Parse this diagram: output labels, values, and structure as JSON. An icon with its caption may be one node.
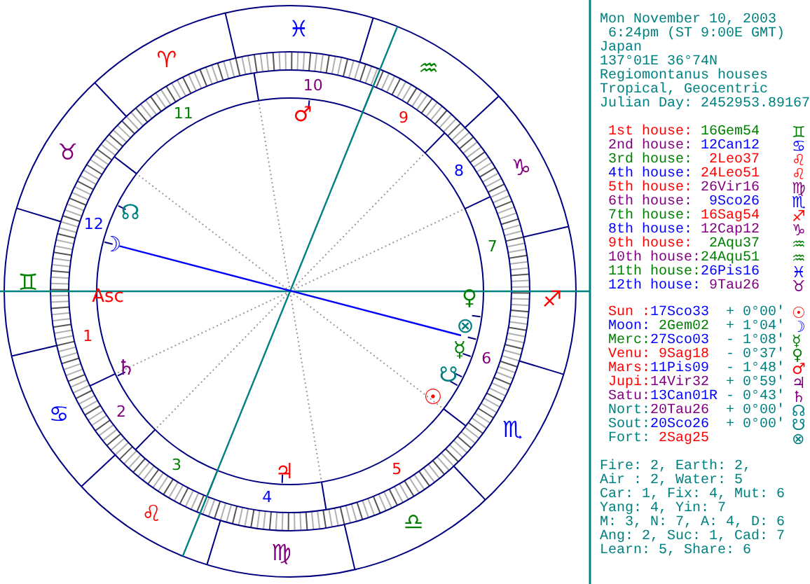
{
  "diagram": {
    "labels": [
      "♈",
      "♉",
      "♊",
      "♋",
      "♌",
      "♍",
      "♎",
      "♏",
      "♐",
      "♑",
      "♒",
      "♓",
      "1",
      "2",
      "3",
      "4",
      "5",
      "6",
      "7",
      "8",
      "9",
      "10",
      "11",
      "12",
      "Asc",
      "☉",
      "☽",
      "☿",
      "♀",
      "♂",
      "♃",
      "♄",
      "☊",
      "☋",
      "⊗",
      "Mon November 10, 2003",
      "6:24pm (ST 9:00E GMT)",
      "Japan",
      "137°01E 36°74N",
      "Regiomontanus houses",
      "Tropical, Geocentric",
      "Julian Day: 2452953.89167",
      "1st house:",
      "16Gem54",
      "♊",
      "2nd house:",
      "12Can12",
      "♋",
      "3rd house:",
      "2Leo37",
      "♌",
      "4th house:",
      "24Leo51",
      "♌",
      "5th house:",
      "26Vir16",
      "♍",
      "6th house:",
      "9Sco26",
      "♏",
      "7th house:",
      "16Sag54",
      "♐",
      "8th house:",
      "12Cap12",
      "♑",
      "9th house:",
      "2Aqu37",
      "♒",
      "10th house:",
      "24Aqu51",
      "♒",
      "11th house:",
      "26Pis16",
      "♓",
      "12th house:",
      "9Tau26",
      "♉",
      "Sun :",
      "17Sco33",
      "+ 0°00'",
      "☉",
      "Moon:",
      "2Gem02",
      "+ 1°04'",
      "☽",
      "Merc:",
      "27Sco03",
      "- 1°08'",
      "☿",
      "Venu:",
      "9Sag18",
      "- 0°37'",
      "♀",
      "Mars:",
      "11Pis09",
      "- 1°48'",
      "♂",
      "Jupi:",
      "14Vir32",
      "+ 0°59'",
      "♃",
      "Satu:",
      "13Can01R",
      "- 0°43'",
      "♄",
      "Nort:",
      "20Tau26",
      "+ 0°00'",
      "☊",
      "Sout:",
      "20Sco26",
      "+ 0°00'",
      "☋",
      "Fort:",
      "2Sag25",
      "⊗",
      "Fire: 2, Earth: 2,",
      "Air : 2, Water: 5",
      "Car: 1, Fix: 4, Mut: 6",
      "Yang: 4, Yin: 7",
      "M: 3, N: 7, A: 4, D: 6",
      "Ang: 2, Suc: 1, Cad: 7",
      "Learn: 5, Share: 6"
    ]
  }
}
